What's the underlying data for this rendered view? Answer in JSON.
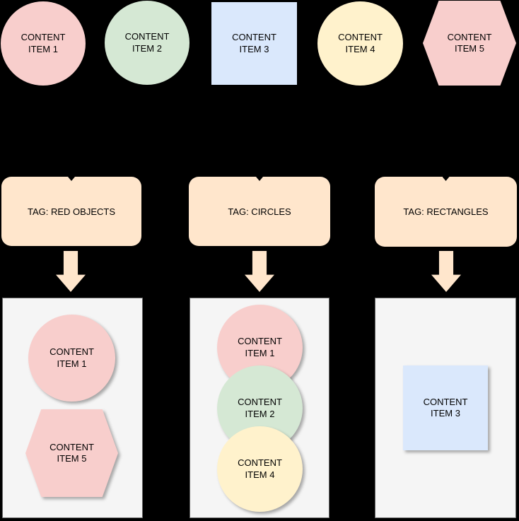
{
  "palette": {
    "pink": "#f8cecc",
    "green": "#d5e8d4",
    "blue": "#dae8fc",
    "yellow": "#fff2cc",
    "tag_orange": "#ffe6cc",
    "container_fill": "#f5f5f5",
    "container_border": "#666666",
    "background": "#000000",
    "label_text": "#000000"
  },
  "top_items": [
    {
      "label": "CONTENT ITEM 1",
      "shape": "circle",
      "color": "pink"
    },
    {
      "label": "CONTENT ITEM 2",
      "shape": "circle",
      "color": "green"
    },
    {
      "label": "CONTENT ITEM 3",
      "shape": "square",
      "color": "blue"
    },
    {
      "label": "CONTENT ITEM 4",
      "shape": "circle",
      "color": "yellow"
    },
    {
      "label": "CONTENT ITEM 5",
      "shape": "hexagon",
      "color": "pink"
    }
  ],
  "tags": [
    {
      "label": "TAG: RED OBJECTS"
    },
    {
      "label": "TAG: CIRCLES"
    },
    {
      "label": "TAG: RECTANGLES"
    }
  ],
  "groups": [
    {
      "tag": "TAG: RED OBJECTS",
      "items": [
        {
          "label": "CONTENT ITEM 1",
          "shape": "circle",
          "color": "pink"
        },
        {
          "label": "CONTENT ITEM 5",
          "shape": "hexagon",
          "color": "pink"
        }
      ]
    },
    {
      "tag": "TAG: CIRCLES",
      "items": [
        {
          "label": "CONTENT ITEM 1",
          "shape": "circle",
          "color": "pink"
        },
        {
          "label": "CONTENT ITEM 2",
          "shape": "circle",
          "color": "green"
        },
        {
          "label": "CONTENT ITEM 4",
          "shape": "circle",
          "color": "yellow"
        }
      ]
    },
    {
      "tag": "TAG: RECTANGLES",
      "items": [
        {
          "label": "CONTENT ITEM 3",
          "shape": "square",
          "color": "blue"
        }
      ]
    }
  ]
}
